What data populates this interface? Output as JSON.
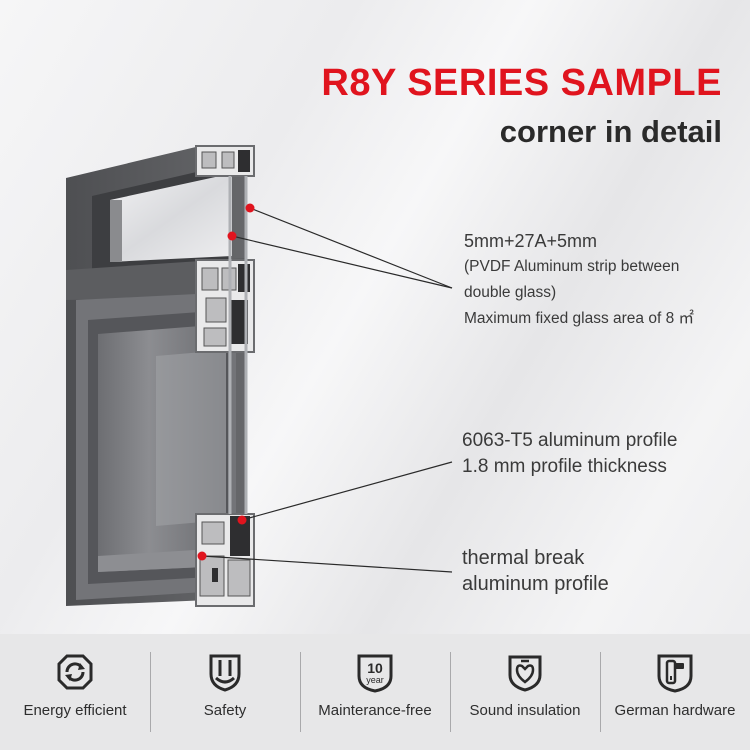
{
  "header": {
    "title": "R8Y SERIES SAMPLE",
    "subtitle": "corner in detail"
  },
  "callouts": {
    "glass": {
      "line1": "5mm+27A+5mm",
      "line2": "(PVDF Aluminum strip between",
      "line3": "double glass)",
      "line4": "Maximum fixed glass area of 8 ㎡"
    },
    "profile": {
      "line1": "6063-T5 aluminum profile",
      "line2": "1.8 mm profile thickness"
    },
    "thermal": {
      "line1": "thermal break",
      "line2": "aluminum profile"
    }
  },
  "features": [
    {
      "label": "Energy efficient",
      "icon": "energy-efficient-icon"
    },
    {
      "label": "Safety",
      "icon": "safety-shield-icon"
    },
    {
      "label": "Mainterance-free",
      "icon": "ten-year-icon",
      "badge_top": "10",
      "badge_bottom": "year"
    },
    {
      "label": "Sound insulation",
      "icon": "sound-insulation-icon"
    },
    {
      "label": "German hardware",
      "icon": "german-hardware-icon"
    }
  ],
  "colors": {
    "accent": "#e0141e",
    "frame": "#5a5b5e",
    "text": "#3a3a3a"
  }
}
